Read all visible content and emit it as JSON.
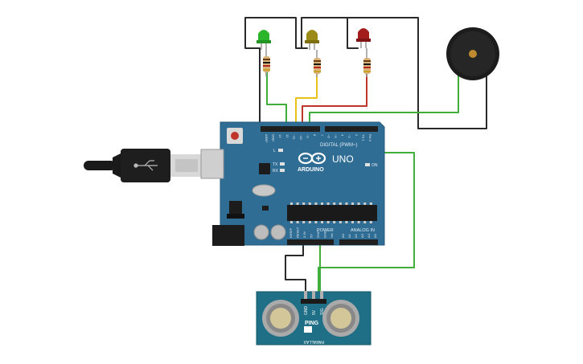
{
  "colors": {
    "board": "#2f6d95",
    "board_edge": "#255a7c",
    "header": "#1f1f1f",
    "wire_black": "#2a2a2a",
    "wire_green": "#3fae3a",
    "wire_yellow": "#e8c21a",
    "wire_red": "#c0352b",
    "led_green": "#2bb52b",
    "led_yellow": "#9c8a16",
    "led_red": "#a41d1d",
    "sensor": "#1f6f86",
    "buzzer": "#1c1c1c",
    "buzzer_center": "#c08a2e"
  },
  "board": {
    "logo": "ARDUINO",
    "model": "UNO",
    "digital_label": "DIGITAL (PWM~)",
    "power_label": "POWER",
    "analog_label": "ANALOG IN",
    "on_label": "ON",
    "tx_label": "TX",
    "rx_label": "RX",
    "l_label": "L",
    "digital_pins": [
      "AREF",
      "GND",
      "13",
      "12",
      "~11",
      "~10",
      "~9",
      "8",
      "7",
      "~6",
      "~5",
      "4",
      "~3",
      "2",
      "TX 1",
      "RX 0"
    ],
    "power_pins": [
      "IOREF",
      "RESET",
      "3.3V",
      "5V",
      "GND",
      "GND",
      "Vin"
    ],
    "analog_pins": [
      "A0",
      "A1",
      "A2",
      "A3",
      "A4",
      "A5"
    ]
  },
  "sensor": {
    "brand": "PING",
    "pins": [
      "GND",
      "5V",
      "SIG"
    ],
    "maker": "PARALLAX"
  },
  "icons": {
    "usb": "usb-icon",
    "infinity": "arduino-infinity-icon"
  }
}
